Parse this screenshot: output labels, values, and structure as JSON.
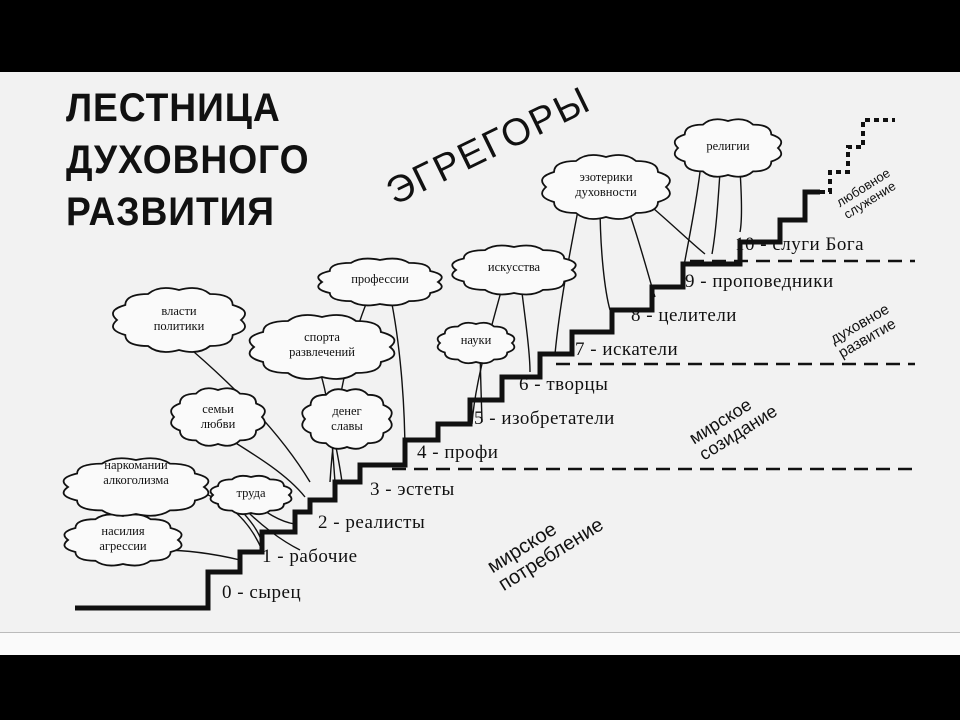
{
  "title": [
    "ЛЕСТНИЦА",
    "ДУХОВНОГО",
    "РАЗВИТИЯ"
  ],
  "egregors_label": "ЭГРЕГОРЫ",
  "steps": [
    "0 - сырец",
    "1 - рабочие",
    "2 - реалисты",
    "3 - эстеты",
    "4 - профи",
    "5 - изобретатели",
    "6 - творцы",
    "7 - искатели",
    "8 - целители",
    "9 - проповедники",
    "10 - слуги Бога"
  ],
  "clouds": [
    {
      "lines": [
        "насилия",
        "агрессии"
      ]
    },
    {
      "lines": [
        "наркомании",
        "алкоголизма"
      ]
    },
    {
      "lines": [
        "труда"
      ]
    },
    {
      "lines": [
        "семьи",
        "любви"
      ]
    },
    {
      "lines": [
        "власти",
        "политики"
      ]
    },
    {
      "lines": [
        "спорта",
        "развлечений"
      ]
    },
    {
      "lines": [
        "денег",
        "славы"
      ]
    },
    {
      "lines": [
        "профессии"
      ]
    },
    {
      "lines": [
        "искусства"
      ]
    },
    {
      "lines": [
        "науки"
      ]
    },
    {
      "lines": [
        "эзотерики",
        "духовности"
      ]
    },
    {
      "lines": [
        "религии"
      ]
    }
  ],
  "zones": [
    {
      "lines": [
        "мирское",
        "потребление"
      ]
    },
    {
      "lines": [
        "мирское",
        "созидание"
      ]
    },
    {
      "lines": [
        "духовное",
        "развитие"
      ]
    },
    {
      "lines": [
        "любовное",
        "служение"
      ]
    }
  ]
}
